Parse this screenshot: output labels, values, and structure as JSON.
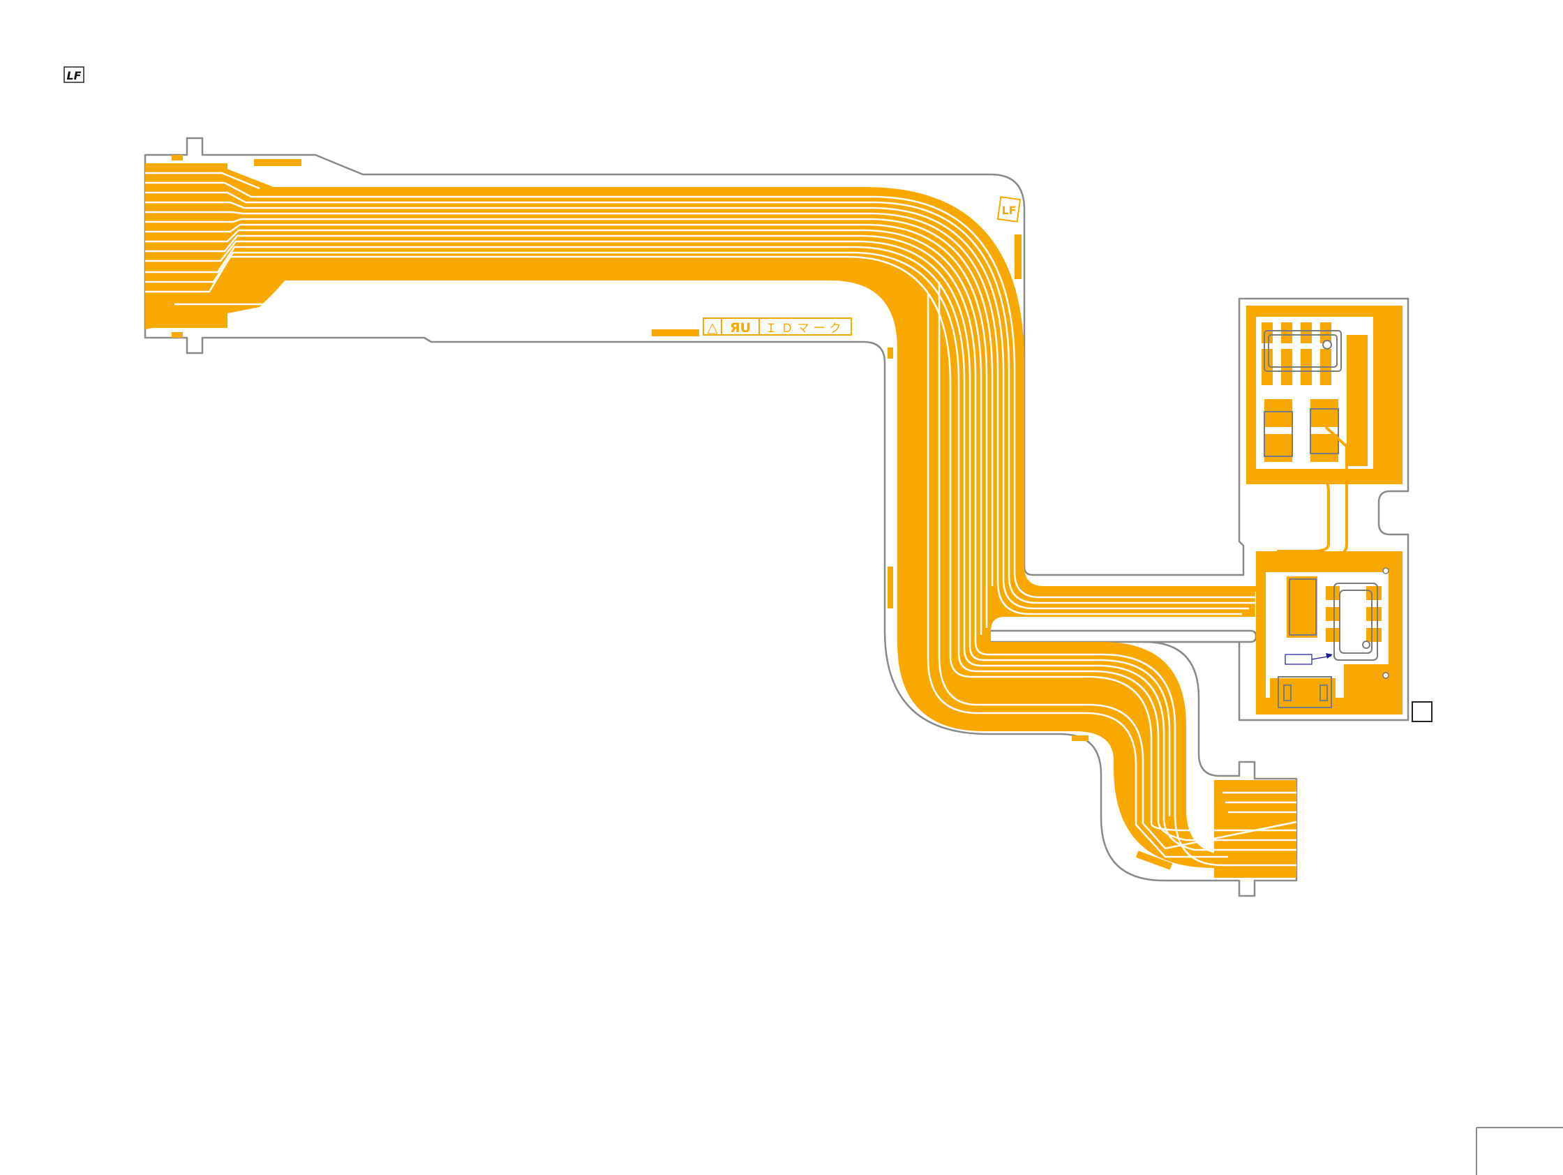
{
  "document": {
    "corner_logo_text": "LF",
    "board_marking_logo_text": "LF",
    "marking_box": {
      "warning_symbol": "△",
      "cert_mark": "ЯU",
      "id_mark_label": "ＩＤマーク"
    }
  },
  "colors": {
    "background": "#ffffff",
    "copper": "#F9A800",
    "outline": "#8a8a8a",
    "trace_gap": "#ffffff",
    "component_outline": "#7a7a7a",
    "annotation": "#1a1aa0"
  },
  "icons": {
    "corner_logo": "manufacturer-logo-icon",
    "board_logo": "board-logo-icon",
    "warning": "warning-triangle-icon",
    "arrow": "annotation-arrow-icon"
  }
}
